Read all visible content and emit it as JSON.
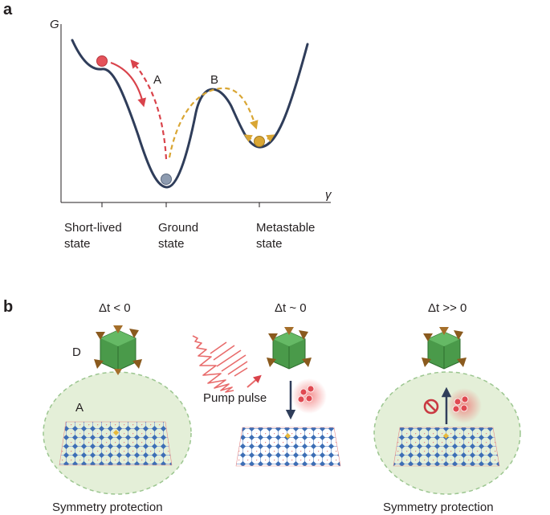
{
  "panel_a": {
    "label": "a",
    "y_axis_label": "G",
    "x_axis_label": "γ",
    "path_a_label": "A",
    "path_b_label": "B",
    "states": [
      {
        "line1": "Short-lived",
        "line2": "state"
      },
      {
        "line1": "Ground",
        "line2": "state"
      },
      {
        "line1": "Metastable",
        "line2": "state"
      }
    ]
  },
  "panel_b": {
    "label": "b",
    "times": [
      "Δt < 0",
      "Δt ~ 0",
      "Δt >> 0"
    ],
    "label_d": "D",
    "label_a": "A",
    "pump_label": "Pump pulse",
    "captions": [
      "Symmetry protection",
      "Symmetry protection"
    ]
  },
  "colors": {
    "curve": "#2f3d5a",
    "red": "#d9434b",
    "gold": "#d9a634",
    "ground_ball": "#8d9bb0",
    "ellipse_fill": "#e4efd8",
    "ellipse_stroke": "#9cc690",
    "crystal_green": "#4a9a4a",
    "crystal_brown": "#8a5a1e",
    "lattice_blue": "#3d6eb5"
  }
}
